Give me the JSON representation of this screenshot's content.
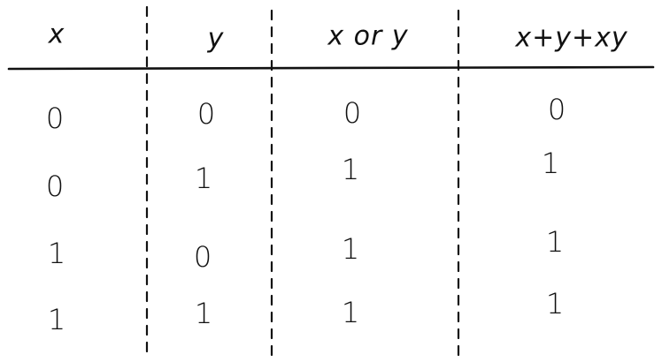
{
  "table": {
    "headers": [
      "x",
      "y",
      "x or y",
      "x+y+xy"
    ],
    "rows": [
      [
        "0",
        "0",
        "0",
        "0"
      ],
      [
        "0",
        "1",
        "1",
        "1"
      ],
      [
        "1",
        "0",
        "1",
        "1"
      ],
      [
        "1",
        "1",
        "1",
        "1"
      ]
    ]
  },
  "colors": {
    "ink": "#111111",
    "paper": "#ffffff"
  }
}
